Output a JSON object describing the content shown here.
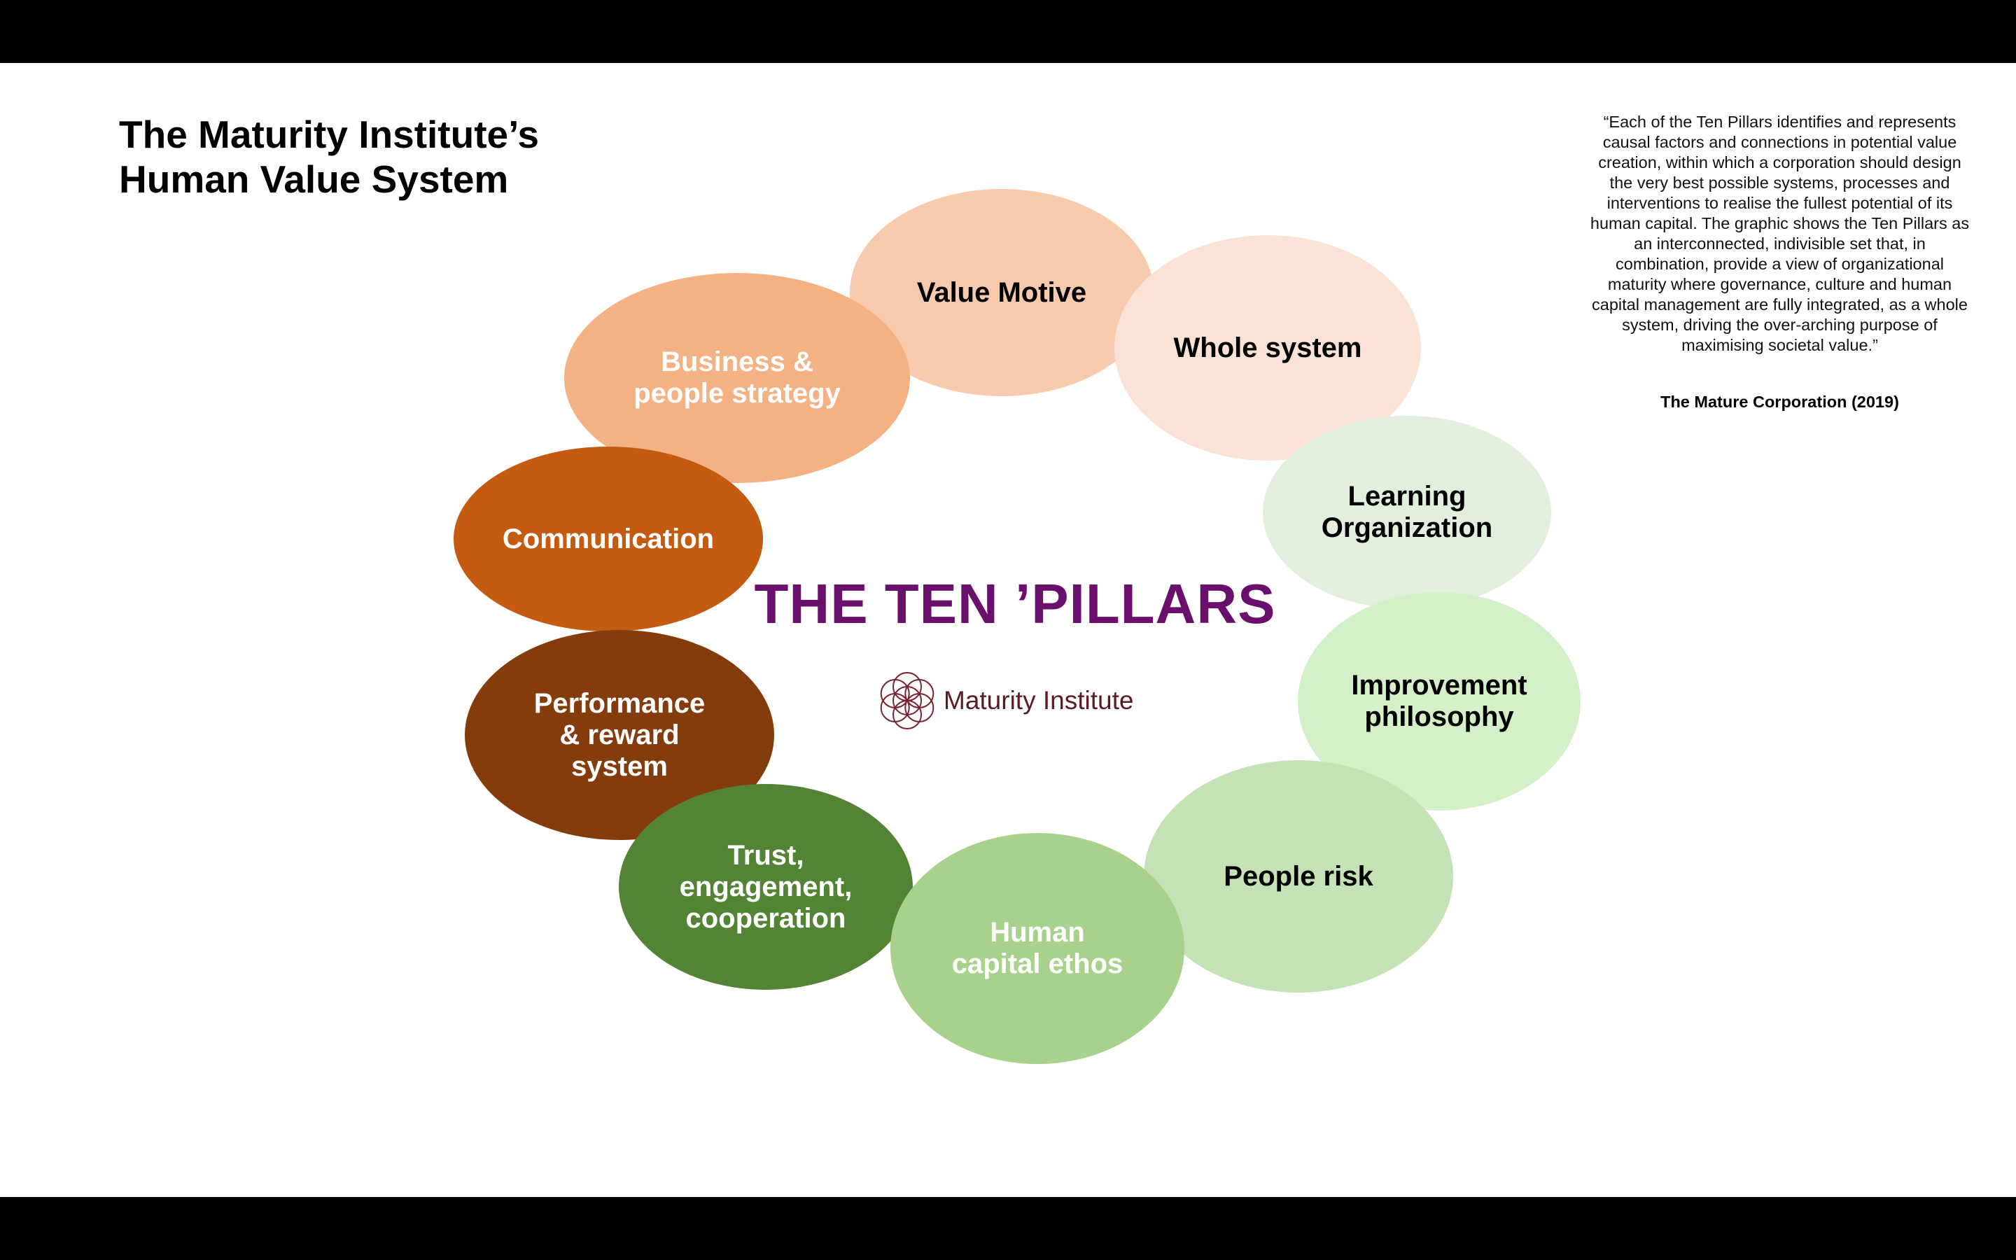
{
  "header": {
    "title_line1": "The Maturity Institute’s",
    "title_line2": "Human Value System"
  },
  "quote": {
    "text": "“Each of the Ten Pillars identifies and represents causal factors and connections in potential value creation, within which a corporation should design the very best possible systems, processes and interventions to realise the fullest potential of its human capital. The graphic shows the Ten Pillars as an interconnected, indivisible set that, in combination, provide a view of organizational maturity where governance, culture and human capital management are fully integrated, as a whole system, driving the over-arching purpose of maximising societal value.”",
    "source": "The Mature Corporation (2019)"
  },
  "center": {
    "title": "THE TEN ’PILLARS",
    "logo_text": "Maturity Institute"
  },
  "pillars": [
    {
      "label": "Value Motive",
      "color": "#f7c9ad"
    },
    {
      "label": "Whole system",
      "color": "#fae3d6"
    },
    {
      "label": "Learning\nOrganization",
      "color": "#e2efdc"
    },
    {
      "label": "Improvement\nphilosophy",
      "color": "#d4f0c8"
    },
    {
      "label": "People risk",
      "color": "#c5e1b6"
    },
    {
      "label": "Human\ncapital ethos",
      "color": "#a8d28c"
    },
    {
      "label": "Trust,\nengagement,\ncooperation",
      "color": "#538335"
    },
    {
      "label": "Performance\n& reward\nsystem",
      "color": "#843c0c"
    },
    {
      "label": "Communication",
      "color": "#c55a11"
    },
    {
      "label": "Business &\npeople strategy",
      "color": "#f4b183"
    }
  ],
  "colors": {
    "center_title": "#6a0f6b",
    "logo": "#5c1a24"
  }
}
